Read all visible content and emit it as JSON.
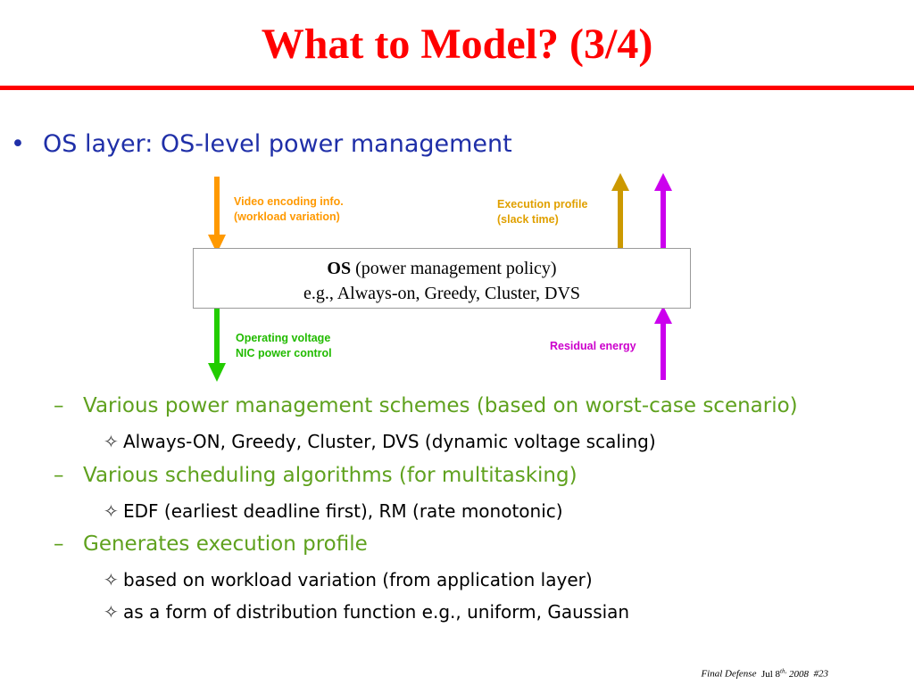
{
  "title": "What to Model? (3/4)",
  "bullet": {
    "symbol": "•",
    "text": "OS layer: OS-level power management"
  },
  "diagram": {
    "os_box": {
      "bold": "OS",
      "rest": " (power management policy)",
      "line2": "e.g., Always-on, Greedy, Cluster, DVS"
    },
    "labels": {
      "video_line1": "Video encoding info.",
      "video_line2": "(workload variation)",
      "exec_line1": "Execution profile",
      "exec_line2": "(slack time)",
      "voltage_line1": "Operating voltage",
      "voltage_line2": "NIC power control",
      "residual": "Residual energy"
    },
    "colors": {
      "orange": "#ff9900",
      "gold": "#cc9900",
      "green": "#22cc00",
      "purple": "#cc00ee"
    }
  },
  "items": [
    {
      "dash": "–",
      "text": "Various power management schemes (based on worst-case scenario)"
    },
    {
      "star": "✧",
      "text": "Always-ON, Greedy, Cluster, DVS (dynamic voltage scaling)"
    },
    {
      "dash": "–",
      "text": "Various scheduling algorithms (for multitasking)"
    },
    {
      "star": "✧",
      "text": "EDF (earliest deadline first), RM (rate monotonic)"
    },
    {
      "dash": "–",
      "text": "Generates execution profile"
    },
    {
      "star": "✧",
      "text": "based on workload variation (from application layer)"
    },
    {
      "star": "✧",
      "text": "as a form of distribution function e.g., uniform, Gaussian"
    }
  ],
  "footer": {
    "label": "Final Defense",
    "date_prefix": "Jul 8",
    "date_sup": "th,",
    "year": "2008",
    "page": "#23"
  }
}
